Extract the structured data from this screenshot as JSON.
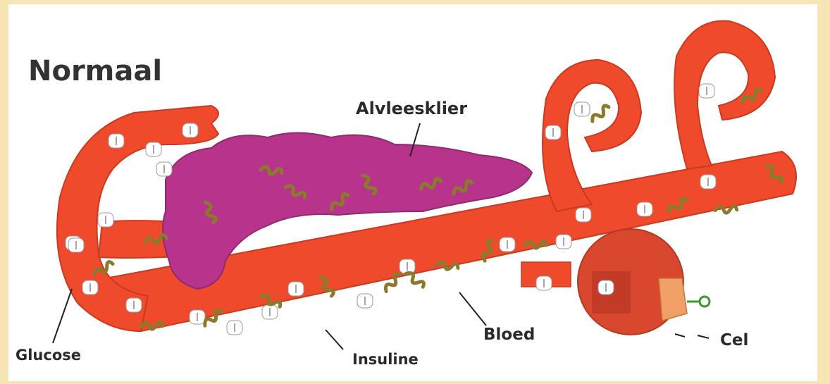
{
  "title": "Normaal",
  "labels": {
    "pancreas": "Alvleesklier",
    "glucose": "Glucose",
    "insulin": "Insuline",
    "blood": "Bloed",
    "cell": "Cel"
  },
  "colors": {
    "vessel": "#ef4a2c",
    "vessel_dark": "#c93a20",
    "pancreas": "#b8348c",
    "insulin": "#8a7a2c",
    "glucose": "#ffffff",
    "cell": "#d8472e",
    "cell_light": "#f0a066",
    "frame": "#f7e6b3"
  }
}
